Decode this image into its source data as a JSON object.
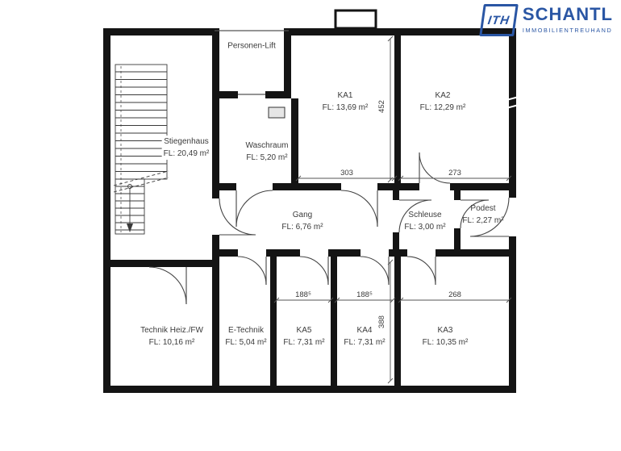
{
  "brand": {
    "monogram": "ITH",
    "name": "SCHANTL",
    "tagline": "IMMOBILIENTREUHAND",
    "color": "#2a56a4"
  },
  "plan": {
    "lift_label": "Personen-Lift",
    "rooms": [
      {
        "name": "Stiegenhaus",
        "area": "FL: 20,49 m²"
      },
      {
        "name": "Waschraum",
        "area": "FL: 5,20 m²"
      },
      {
        "name": "KA1",
        "area": "FL: 13,69 m²"
      },
      {
        "name": "KA2",
        "area": "FL: 12,29 m²"
      },
      {
        "name": "Gang",
        "area": "FL: 6,76 m²"
      },
      {
        "name": "Schleuse",
        "area": "FL: 3,00 m²"
      },
      {
        "name": "Podest",
        "area": "FL: 2,27 m²"
      },
      {
        "name": "Technik Heiz./FW",
        "area": "FL: 10,16 m²"
      },
      {
        "name": "E-Technik",
        "area": "FL: 5,04 m²"
      },
      {
        "name": "KA5",
        "area": "FL: 7,31 m²"
      },
      {
        "name": "KA4",
        "area": "FL: 7,31 m²"
      },
      {
        "name": "KA3",
        "area": "FL: 10,35 m²"
      }
    ],
    "dims": {
      "v452": "452",
      "w303": "303",
      "w273": "273",
      "w1885a": "188⁵",
      "w1885b": "188⁵",
      "w268": "268",
      "v388": "388"
    }
  }
}
